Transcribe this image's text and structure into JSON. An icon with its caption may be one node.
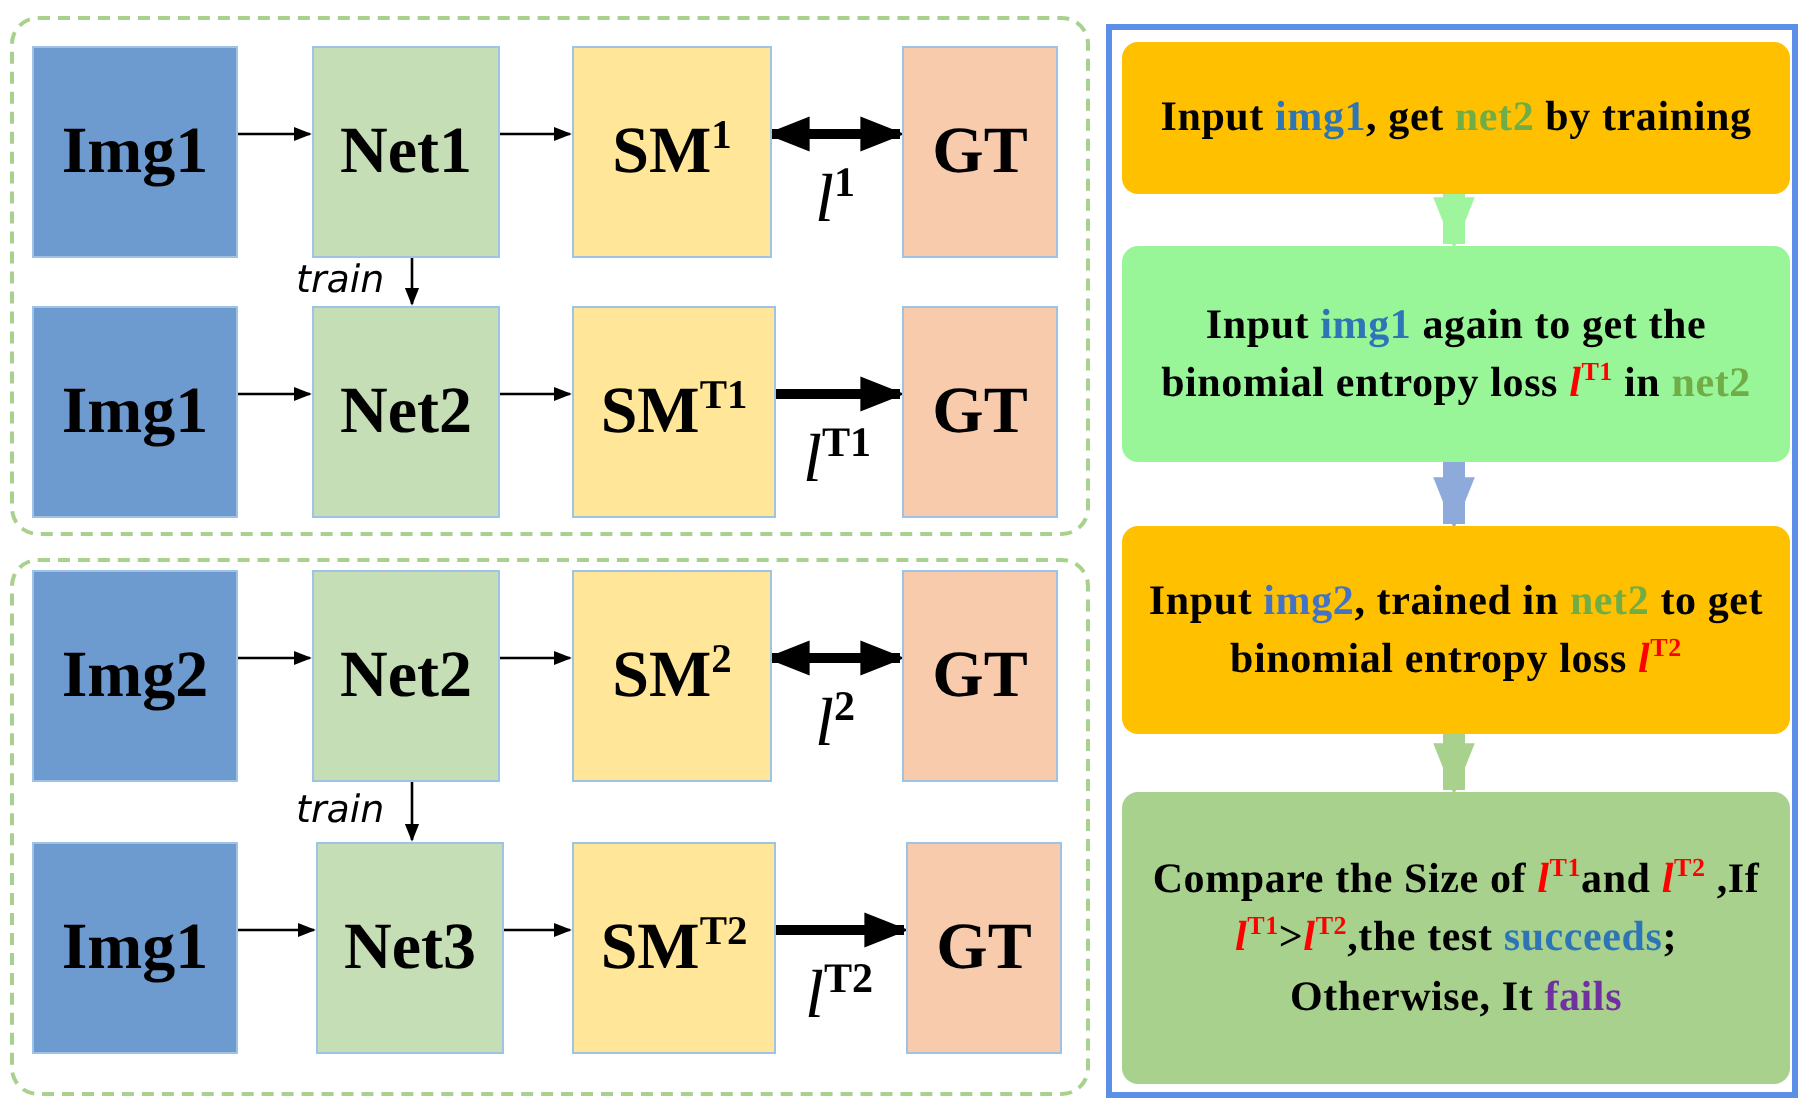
{
  "diagram": {
    "nodes": [
      {
        "text": [],
        "shape": "box"
      },
      {
        "text": [
          "Img1"
        ],
        "in": 0
      },
      {
        "text": [
          "Net1"
        ],
        "in": 0
      },
      {
        "text": [
          "SM$^{1}$"
        ],
        "in": 0
      },
      {
        "text": [
          "GT"
        ],
        "in": 0
      },
      {
        "text": [
          "Img1"
        ],
        "in": 0
      },
      {
        "text": [
          "Net2"
        ],
        "in": 0
      },
      {
        "text": [
          "SM$^{T1}$"
        ],
        "in": 0
      },
      {
        "text": [
          "GT"
        ],
        "in": 0
      },
      {
        "text": [],
        "shape": "box"
      },
      {
        "text": [
          "Img2"
        ],
        "in": 9
      },
      {
        "text": [
          "Net2"
        ],
        "in": 9
      },
      {
        "text": [
          "SM$^{2}$"
        ],
        "in": 9
      },
      {
        "text": [
          "GT"
        ],
        "in": 9
      },
      {
        "text": [
          "Img1"
        ],
        "in": 9
      },
      {
        "text": [
          "Net3"
        ],
        "in": 9
      },
      {
        "text": [
          "SM$^{T2}$"
        ],
        "in": 9
      },
      {
        "text": [
          "GT"
        ],
        "in": 9
      },
      {
        "text": [],
        "shape": "box"
      },
      {
        "text": [
          "Input **img1**, get **net2** by training"
        ],
        "in": 18
      },
      {
        "text": [
          "Input **img1** again to get the binomial entropy loss *l*$^{T1}$ in **net2**"
        ],
        "in": 18
      },
      {
        "text": [
          "Input **img2**, trained in **net2** to get binomial entropy loss *l*$^{T2}$"
        ],
        "in": 18
      },
      {
        "text": [
          "Compare the Size of *l*$^{T1}$and *l*$^{T2}$ ,If *l*$^{T1}$>*l*$^{T2}$,the test **succeeds**; Otherwise, It **fails**"
        ],
        "in": 18
      }
    ],
    "edges": [
      {
        "from": 1,
        "to": 2,
        "arrow": "to"
      },
      {
        "from": 2,
        "to": 3,
        "arrow": "to"
      },
      {
        "from": 3,
        "to": 4,
        "arrow": "both",
        "style": "thick",
        "label": "*l*$^{1}$"
      },
      {
        "from": 2,
        "to": 6,
        "arrow": "to",
        "label": "train"
      },
      {
        "from": 5,
        "to": 6,
        "arrow": "to"
      },
      {
        "from": 6,
        "to": 7,
        "arrow": "to"
      },
      {
        "from": 7,
        "to": 8,
        "arrow": "to",
        "style": "thick",
        "label": "*l*$^{T1}$"
      },
      {
        "from": 10,
        "to": 11,
        "arrow": "to"
      },
      {
        "from": 11,
        "to": 12,
        "arrow": "to"
      },
      {
        "from": 12,
        "to": 13,
        "arrow": "both",
        "style": "thick",
        "label": "*l*$^{2}$"
      },
      {
        "from": 11,
        "to": 15,
        "arrow": "to",
        "label": "train"
      },
      {
        "from": 14,
        "to": 15,
        "arrow": "to"
      },
      {
        "from": 15,
        "to": 16,
        "arrow": "to"
      },
      {
        "from": 16,
        "to": 17,
        "arrow": "to",
        "style": "thick",
        "label": "*l*$^{T2}$"
      },
      {
        "from": 19,
        "to": 20,
        "arrow": "to",
        "style": "thick",
        "color": "#9ef59e"
      },
      {
        "from": 20,
        "to": 21,
        "arrow": "to",
        "style": "thick",
        "color": "#8eaadb"
      },
      {
        "from": 21,
        "to": 22,
        "arrow": "to",
        "style": "thick",
        "color": "#a9d18e"
      }
    ]
  }
}
